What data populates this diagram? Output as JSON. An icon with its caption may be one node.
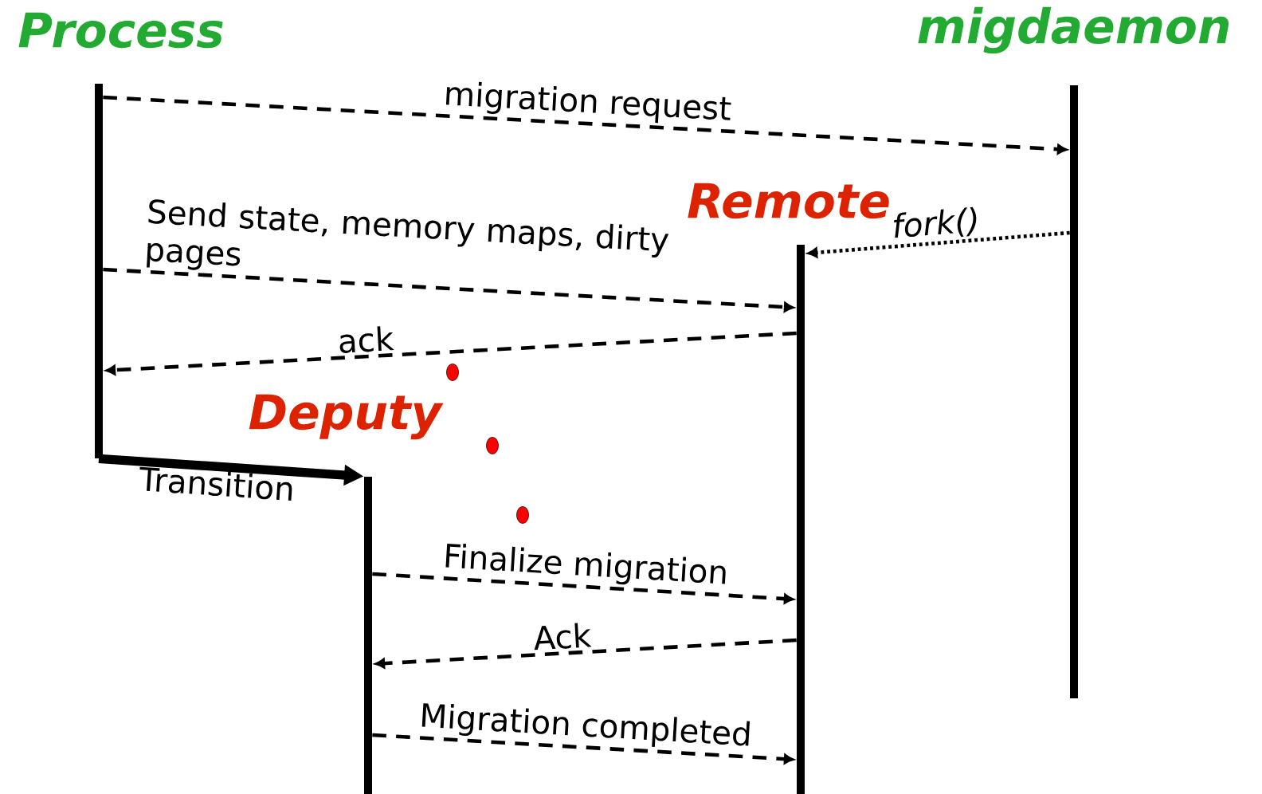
{
  "diagram": {
    "nodes": [
      {
        "text": [
          "Process"
        ]
      },
      {
        "text": [
          "migdaemon"
        ]
      },
      {
        "text": [
          "Remote"
        ]
      },
      {
        "text": [
          "Deputy"
        ]
      }
    ],
    "edges": [
      {
        "from": 0,
        "to": 1,
        "arrow": "to",
        "label": "migration request",
        "style": "dashed"
      },
      {
        "from": 1,
        "to": 2,
        "arrow": "to",
        "label": "*fork()*",
        "style": "dashed"
      },
      {
        "from": 0,
        "to": 2,
        "arrow": "to",
        "label": "Send state, memory maps, dirty pages",
        "style": "dashed"
      },
      {
        "from": 2,
        "to": 0,
        "arrow": "to",
        "label": "ack",
        "style": "dashed"
      },
      {
        "from": 0,
        "to": 3,
        "arrow": "to",
        "label": "Transition",
        "style": "thick"
      },
      {
        "from": 3,
        "to": 2,
        "arrow": "to",
        "label": "Finalize migration",
        "style": "dashed"
      },
      {
        "from": 2,
        "to": 3,
        "arrow": "to",
        "label": "Ack",
        "style": "dashed"
      },
      {
        "from": 3,
        "to": 2,
        "arrow": "to",
        "label": "Migration completed",
        "style": "dashed"
      }
    ]
  }
}
